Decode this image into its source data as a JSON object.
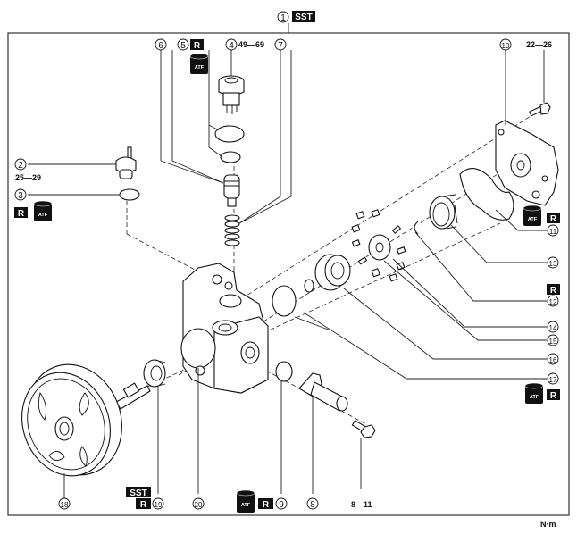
{
  "diagram": {
    "title_callout": {
      "number": "1",
      "badge": "SST"
    },
    "unit_label": "N·m",
    "callouts": [
      {
        "id": "2",
        "number": "2",
        "torque": "25—29"
      },
      {
        "id": "3",
        "number": "3",
        "badges": [
          "R",
          "ATF"
        ]
      },
      {
        "id": "4",
        "number": "4",
        "torque": "49—69"
      },
      {
        "id": "5",
        "number": "5",
        "badges": [
          "R",
          "ATF"
        ]
      },
      {
        "id": "6",
        "number": "6"
      },
      {
        "id": "7",
        "number": "7"
      },
      {
        "id": "8",
        "number": "8"
      },
      {
        "id": "9",
        "number": "9",
        "badges": [
          "ATF",
          "R"
        ]
      },
      {
        "id": "10",
        "number": "10"
      },
      {
        "id": "11",
        "number": "11",
        "badges": [
          "ATF",
          "R"
        ]
      },
      {
        "id": "12",
        "number": "12",
        "badges": [
          "R"
        ]
      },
      {
        "id": "13",
        "number": "13"
      },
      {
        "id": "14",
        "number": "14"
      },
      {
        "id": "15",
        "number": "15"
      },
      {
        "id": "16",
        "number": "16"
      },
      {
        "id": "17",
        "number": "17",
        "badges": [
          "ATF",
          "R"
        ]
      },
      {
        "id": "18",
        "number": "18"
      },
      {
        "id": "19",
        "number": "19",
        "badges": [
          "SST",
          "R"
        ]
      },
      {
        "id": "20",
        "number": "20"
      }
    ],
    "torques": {
      "bolt_10": "22—26",
      "bolt_8": "8—11"
    },
    "badge_labels": {
      "replace": "R",
      "fluid": "ATF",
      "special_tool": "SST"
    }
  }
}
